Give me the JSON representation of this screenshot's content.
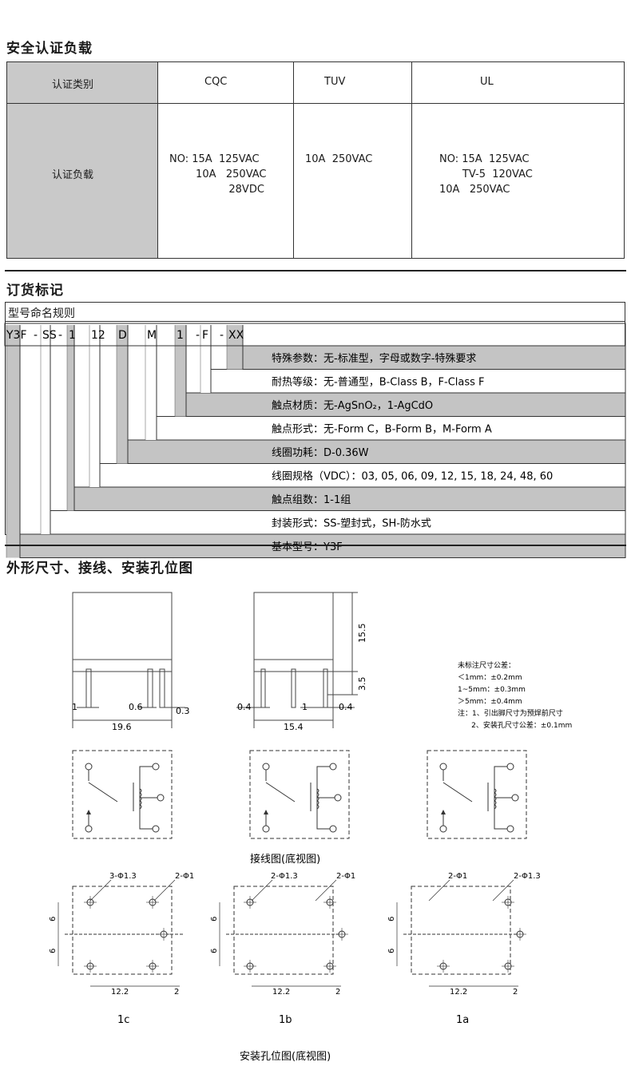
{
  "sec1": {
    "title": "安全认证负载",
    "col_header": "认证类别",
    "row_header": "认证负载",
    "cols": [
      {
        "name": "CQC",
        "lines": [
          "NO: 15A  125VAC",
          "        10A   250VAC",
          "                  28VDC"
        ]
      },
      {
        "name": "TUV",
        "lines": [
          "10A  250VAC"
        ]
      },
      {
        "name": "UL",
        "lines": [
          "NO: 15A  125VAC",
          "       TV-5  120VAC",
          "10A   250VAC"
        ]
      }
    ]
  },
  "sec2": {
    "title": "订货标记",
    "rule_title": "型号命名规则",
    "code_parts": [
      "Y3F",
      "SS",
      "1",
      "12",
      "D",
      "M",
      "1",
      "F",
      "XX"
    ],
    "code_seps": [
      "-",
      "-",
      "",
      "",
      "",
      "",
      "-",
      "-"
    ],
    "rows": [
      {
        "text": "特殊参数：无-标准型，字母或数字-特殊要求",
        "gray": true
      },
      {
        "text": "耐热等级：无-普通型，B-Class B，F-Class F",
        "gray": false
      },
      {
        "text": "触点材质：无-AgSnO₂，1-AgCdO",
        "gray": true
      },
      {
        "text": "触点形式：无-Form C，B-Form B，M-Form A",
        "gray": false
      },
      {
        "text": "线圈功耗：D-0.36W",
        "gray": true
      },
      {
        "text": "线圈规格（VDC）：03, 05, 06, 09,  12,  15,  18, 24, 48, 60",
        "gray": false
      },
      {
        "text": "触点组数：1-1组",
        "gray": true
      },
      {
        "text": "封装形式：SS-塑封式，SH-防水式",
        "gray": false
      },
      {
        "text": "基本型号：Y3F",
        "gray": true
      }
    ]
  },
  "sec3": {
    "title": "外形尺寸、接线、安装孔位图",
    "dims1": {
      "a": "1",
      "b": "0.6",
      "c": "0.3",
      "w": "19.6"
    },
    "dims2": {
      "a": "0.4",
      "b": "1",
      "c": "0.4",
      "w": "15.4",
      "h1": "15.5",
      "h2": "3.5"
    },
    "tolerance": [
      "未标注尺寸公差：",
      "＜1mm：±0.2mm",
      "1~5mm：±0.3mm",
      "＞5mm：±0.4mm",
      "注：1、引出脚尺寸为预焊前尺寸",
      "      2、安装孔尺寸公差：±0.1mm"
    ],
    "wiring_caption": "接线图(底视图)",
    "holes": [
      {
        "label": "1c",
        "l1": "3-Φ1.3",
        "l2": "2-Φ1",
        "v1": "6",
        "v2": "6",
        "h1": "12.2",
        "h2": "2"
      },
      {
        "label": "1b",
        "l1": "2-Φ1.3",
        "l2": "2-Φ1",
        "v1": "6",
        "v2": "6",
        "h1": "12.2",
        "h2": "2"
      },
      {
        "label": "1a",
        "l1": "2-Φ1",
        "l2": "2-Φ1.3",
        "v1": "6",
        "v2": "6",
        "h1": "12.2",
        "h2": "2"
      }
    ],
    "holes_caption": "安装孔位图(底视图)"
  }
}
